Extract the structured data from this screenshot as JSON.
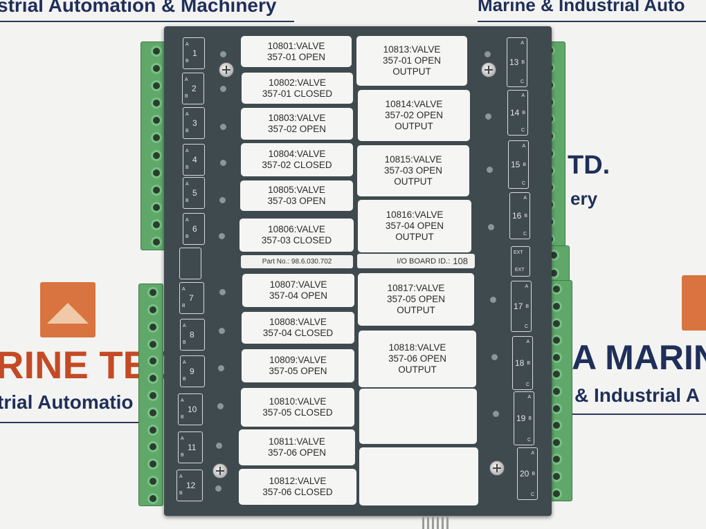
{
  "background_text": {
    "banner_left": "strial Automation & Machinery",
    "banner_right": "Marine & Industrial Auto",
    "left_brand": "RINE TECH",
    "left_tagline": "trial Automatio",
    "right_ltd": "TD.",
    "right_ery": "ery",
    "right_brand": "A MARINE",
    "right_tagline": "& Industrial A"
  },
  "board": {
    "part_no": "Part No.: 98.6.030.702",
    "io_board_label": "I/O BOARD ID.:",
    "io_board_value": "108",
    "ext_top": "EXT",
    "ext_bottom": "EXT",
    "left_labels": [
      "10801:VALVE\n357-01 OPEN",
      "10802:VALVE\n357-01 CLOSED",
      "10803:VALVE\n357-02 OPEN",
      "10804:VALVE\n357-02 CLOSED",
      "10805:VALVE\n357-03 OPEN",
      "10806:VALVE\n357-03 CLOSED",
      "10807:VALVE\n357-04 OPEN",
      "10808:VALVE\n357-04 CLOSED",
      "10809:VALVE\n357-05 OPEN",
      "10810:VALVE\n357-05 CLOSED",
      "10811:VALVE\n357-06 OPEN",
      "10812:VALVE\n357-06 CLOSED"
    ],
    "right_labels": [
      "10813:VALVE\n357-01 OPEN\nOUTPUT",
      "10814:VALVE\n357-02 OPEN\nOUTPUT",
      "10815:VALVE\n357-03  OPEN\nOUTPUT",
      "10816:VALVE\n357-04 OPEN\nOUTPUT",
      "10817:VALVE\n357-05 OPEN\nOUTPUT",
      "10818:VALVE\n357-06 OPEN\nOUTPUT",
      "",
      ""
    ],
    "left_channels": [
      "1",
      "2",
      "3",
      "4",
      "5",
      "6",
      "7",
      "8",
      "9",
      "10",
      "11",
      "12"
    ],
    "right_channels": [
      "13",
      "14",
      "15",
      "16",
      "17",
      "18",
      "19",
      "20"
    ],
    "ab_a": "A",
    "ab_b": "B",
    "ab_c": "C"
  }
}
